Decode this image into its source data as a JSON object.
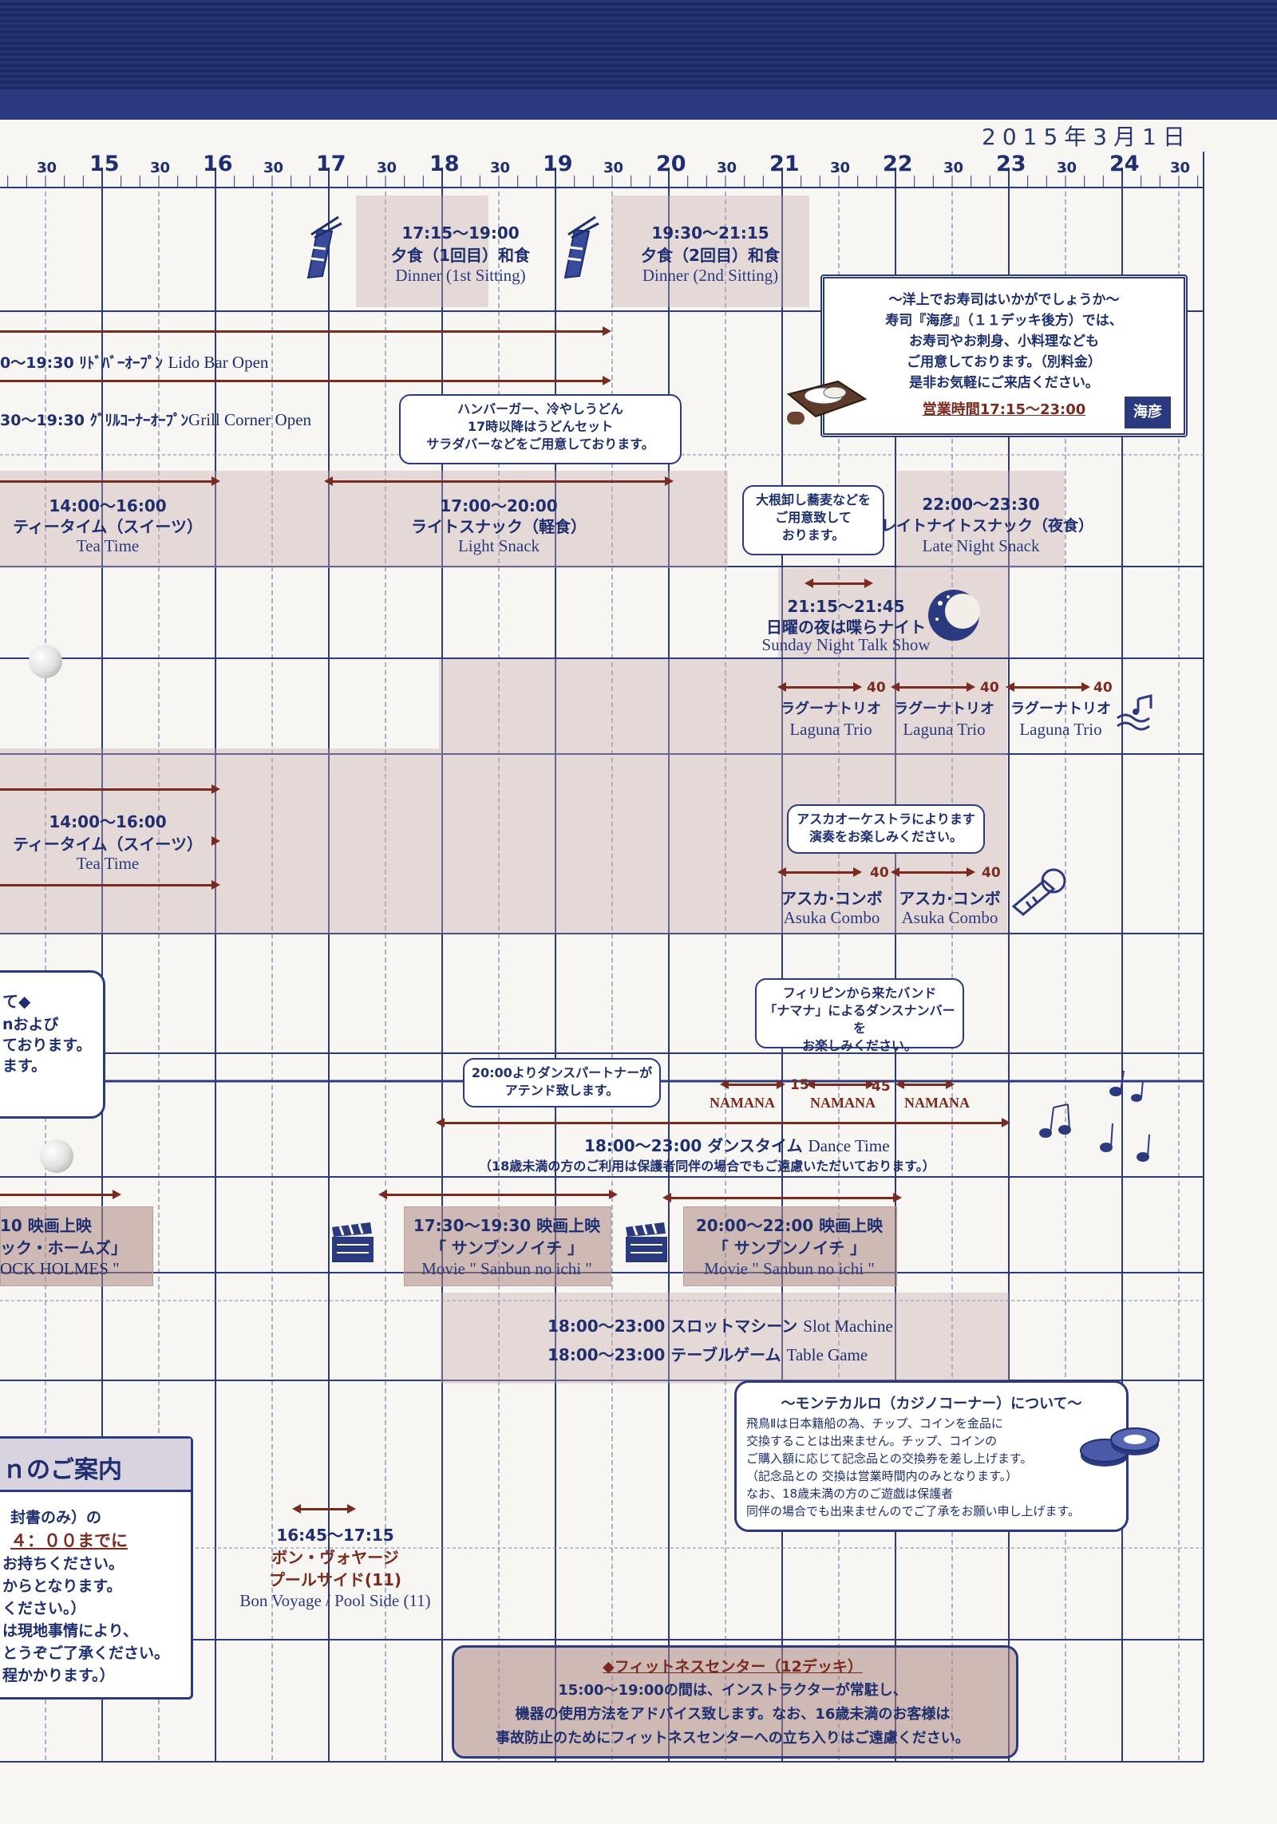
{
  "header": {
    "date": "2015年3月1日"
  },
  "timeline": {
    "hours": [
      "15",
      "16",
      "17",
      "18",
      "19",
      "20",
      "21",
      "22",
      "23",
      "24"
    ],
    "half_label": "30"
  },
  "dinner1": {
    "time": "17:15～19:00",
    "ja": "夕食（1回目）和食",
    "en": "Dinner (1st Sitting)"
  },
  "dinner2": {
    "time": "19:30～21:15",
    "ja": "夕食（2回目）和食",
    "en": "Dinner (2nd Sitting)"
  },
  "sushi_note": {
    "lines": [
      "～洋上でお寿司はいかがでしょうか～",
      "寿司『海彦』（１１デッキ後方）では、",
      "お寿司やお刺身、小料理なども",
      "ご用意しております。（別料金）",
      "是非お気軽にご来店ください。"
    ],
    "hours": "営業時間17:15～23:00",
    "logo": "海彦"
  },
  "lido": {
    "text": "0～19:30 ﾘﾄﾞﾊﾞｰｵｰﾌﾟﾝ",
    "en": "Lido Bar Open"
  },
  "grill": {
    "text": "30～19:30 ｸﾞﾘﾙｺｰﾅｰｵｰﾌﾟﾝ",
    "en": "Grill Corner Open"
  },
  "grill_bubble": {
    "lines": [
      "ハンバーガー、冷やしうどん",
      "17時以降はうどんセット",
      "サラダバーなどをご用意しております。"
    ]
  },
  "teatime1": {
    "time": "14:00～16:00",
    "ja": "ティータイム（スイーツ）",
    "en": "Tea Time"
  },
  "lightsnack": {
    "time": "17:00～20:00",
    "ja": "ライトスナック（軽食）",
    "en": "Light Snack"
  },
  "soba_bubble": {
    "lines": [
      "大根卸し蕎麦などを",
      "ご用意致して",
      "おります。"
    ]
  },
  "latenight": {
    "time": "22:00～23:30",
    "ja": "レイトナイトスナック（夜食）",
    "en": "Late Night Snack"
  },
  "talkshow": {
    "time": "21:15～21:45",
    "ja": "日曜の夜は喋らナイト",
    "en": "Sunday Night Talk Show"
  },
  "laguna": {
    "num": "40",
    "ja": "ラグーナトリオ",
    "en": "Laguna Trio"
  },
  "teatime2": {
    "time": "14:00～16:00",
    "ja": "ティータイム（スイーツ）",
    "en": "Tea Time"
  },
  "orchestra_bubble": {
    "lines": [
      "アスカオーケストラによります",
      "演奏をお楽しみください。"
    ]
  },
  "combo": {
    "num": "40",
    "ja": "アスカ·コンボ",
    "en": "Asuka Combo"
  },
  "left_note": {
    "lines": [
      "て◆",
      "nおよび",
      "ております。",
      "ます。"
    ]
  },
  "namana_bubble": {
    "lines": [
      "フィリピンから来たバンド",
      "「ナマナ」によるダンスナンバーを",
      "お楽しみください。"
    ]
  },
  "partner_bubble": {
    "lines": [
      "20:00よりダンスパートナーが",
      "アテンド致します。"
    ]
  },
  "namana": {
    "label": "NAMANA",
    "n1": "15",
    "n2": "45"
  },
  "dance": {
    "time": "18:00～23:00",
    "ja": "ダンスタイム",
    "en": "Dance Time",
    "note": "（18歳未満の方のご利用は保護者同伴の場合でもご遠慮いただいております。）"
  },
  "movie_left": {
    "l1": "10 映画上映",
    "l2": "ック・ホームズ」",
    "l3": "OCK HOLMES \""
  },
  "movie1": {
    "title": "17:30～19:30 映画上映",
    "ja": "「 サンブンノイチ 」",
    "en": "Movie \" Sanbun no ichi \""
  },
  "movie2": {
    "title": "20:00～22:00 映画上映",
    "ja": "「 サンブンノイチ 」",
    "en": "Movie \" Sanbun no ichi \""
  },
  "casino": {
    "slot_time": "18:00～23:00",
    "slot_ja": "スロットマシーン",
    "slot_en": "Slot Machine",
    "table_time": "18:00～23:00",
    "table_ja": "テーブルゲーム",
    "table_en": "Table Game"
  },
  "monte": {
    "title": "～モンテカルロ（カジノコーナー）について～",
    "lines": [
      "飛鳥Ⅱは日本籍船の為、チップ、コインを金品に",
      "交換することは出来ません。チップ、コインの",
      "ご購入額に応じて記念品との交換券を差し上げます。",
      "（記念品との 交換は営業時間内のみとなります。）",
      "なお、18歳未満の方のご遊戯は保護者",
      "同伴の場合でも出来ませんのでご了承をお願い申し上げます。"
    ]
  },
  "post": {
    "title": "ｎのご案内",
    "lines": [
      "封書のみ）の",
      "４：００までに",
      "お持ちください。",
      "からとなります。",
      "ください。）",
      "は現地事情により、",
      "とうぞご了承ください。",
      "程かかります。）"
    ]
  },
  "bonvoyage": {
    "time": "16:45～17:15",
    "ja1": "ボン・ヴォヤージ",
    "ja2": "プールサイド(11)",
    "en": "Bon Voyage / Pool Side (11)"
  },
  "fitness": {
    "title": "◆フィットネスセンター（12デッキ）",
    "lines": [
      "15:00～19:00の間は、インストラクターが常駐し、",
      "機器の使用方法をアドバイス致します。なお、16歳未満のお客様は",
      "事故防止のためにフィットネスセンターへの立ち入りはご遠慮ください。"
    ]
  }
}
